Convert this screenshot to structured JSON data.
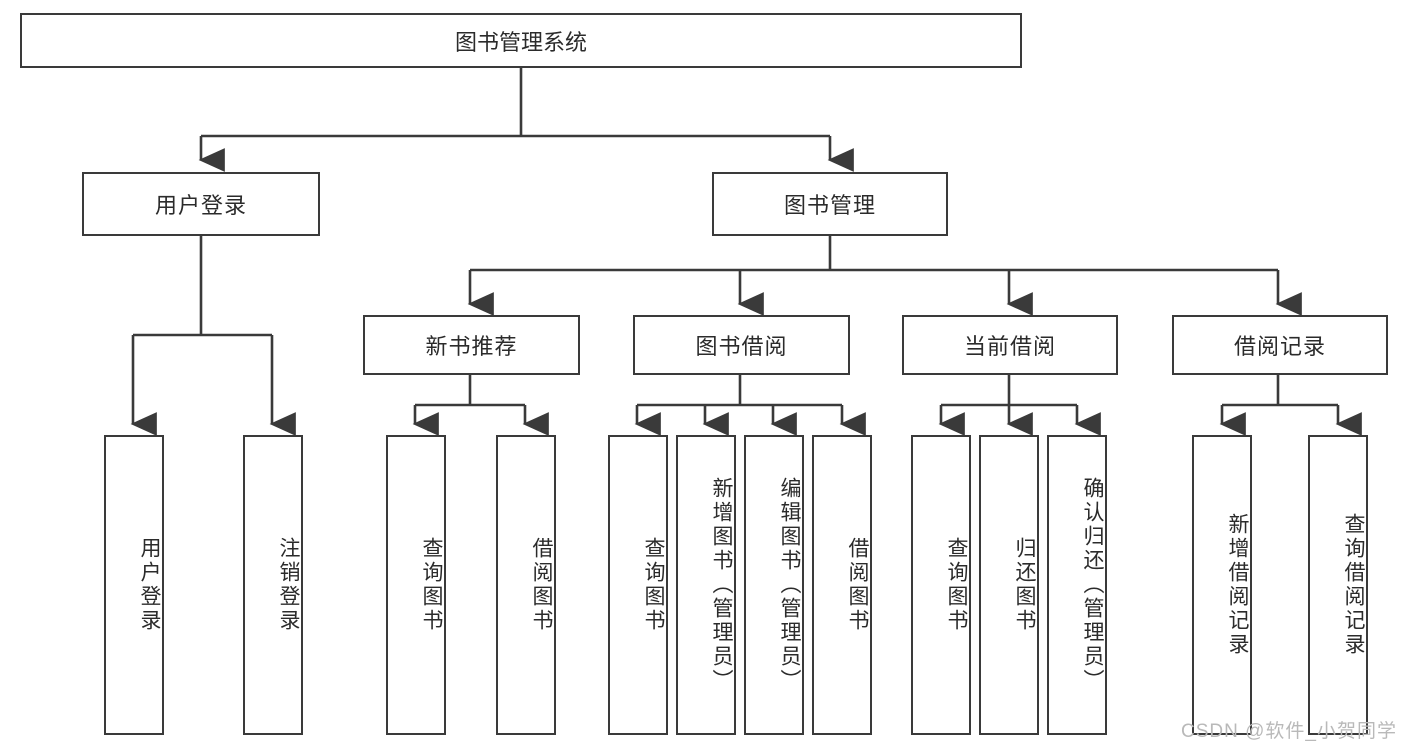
{
  "diagram": {
    "type": "hierarchy-tree",
    "title": "图书管理系统",
    "root": {
      "label": "图书管理系统"
    },
    "level2": [
      {
        "label": "用户登录"
      },
      {
        "label": "图书管理"
      }
    ],
    "level3": [
      {
        "label": "新书推荐"
      },
      {
        "label": "图书借阅"
      },
      {
        "label": "当前借阅"
      },
      {
        "label": "借阅记录"
      }
    ],
    "leaves": [
      {
        "label": "用户登录",
        "parent": "用户登录"
      },
      {
        "label": "注销登录",
        "parent": "用户登录"
      },
      {
        "label": "查询图书",
        "parent": "新书推荐"
      },
      {
        "label": "借阅图书",
        "parent": "新书推荐"
      },
      {
        "label": "查询图书",
        "parent": "图书借阅"
      },
      {
        "label": "新增图书（管理员）",
        "parent": "图书借阅"
      },
      {
        "label": "编辑图书（管理员）",
        "parent": "图书借阅"
      },
      {
        "label": "借阅图书",
        "parent": "图书借阅"
      },
      {
        "label": "查询图书",
        "parent": "当前借阅"
      },
      {
        "label": "归还图书",
        "parent": "当前借阅"
      },
      {
        "label": "确认归还（管理员）",
        "parent": "当前借阅"
      },
      {
        "label": "新增借阅记录",
        "parent": "借阅记录"
      },
      {
        "label": "查询借阅记录",
        "parent": "借阅记录"
      }
    ]
  },
  "watermark": {
    "text": "CSDN @软件_小贺同学"
  },
  "colors": {
    "background": "#ffffff",
    "node_border": "#3a3a3a",
    "node_fill": "#ffffff",
    "text": "#2b2b2b",
    "edge": "#3a3a3a",
    "watermark": "#b9b9b9"
  }
}
